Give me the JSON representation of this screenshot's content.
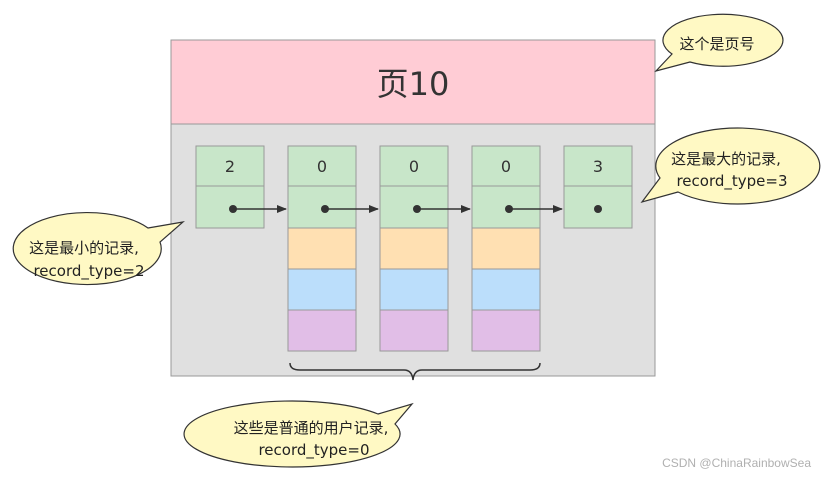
{
  "page": {
    "title": "页10"
  },
  "records": [
    {
      "id": "infimum",
      "header": "2",
      "has_body": false
    },
    {
      "id": "user-1",
      "header": "0",
      "has_body": true
    },
    {
      "id": "user-2",
      "header": "0",
      "has_body": true
    },
    {
      "id": "user-3",
      "header": "0",
      "has_body": true
    },
    {
      "id": "supremum",
      "header": "3",
      "has_body": false
    }
  ],
  "colors": {
    "page_header": "#ffccd5",
    "page_body": "#e0e0e0",
    "record_cell": "#c8e6c9",
    "body_rows": [
      "#ffe0b2",
      "#bbdefb",
      "#e1bee7"
    ],
    "callout": "#fff9c4"
  },
  "callouts": {
    "page_number": {
      "lines": [
        "这个是页号"
      ]
    },
    "min_record": {
      "lines": [
        "这是最小的记录,",
        "record_type=2"
      ]
    },
    "max_record": {
      "lines": [
        "这是最大的记录,",
        "record_type=3"
      ]
    },
    "user_records": {
      "lines": [
        "这些是普通的用户记录,",
        "record_type=0"
      ]
    }
  },
  "watermark": "CSDN @ChinaRainbowSea"
}
